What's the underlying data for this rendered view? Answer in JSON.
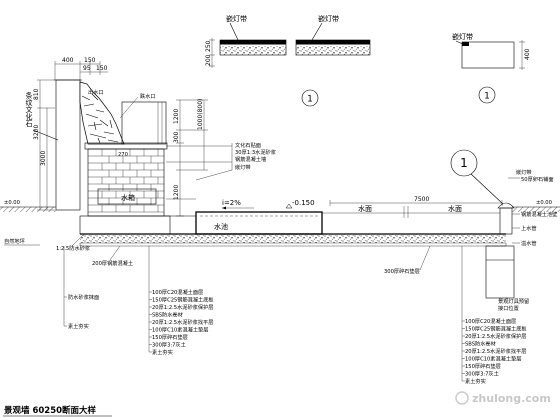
{
  "caption": "景观墙  60250断面大样",
  "watermark": "zhulong.com",
  "detail_a": {
    "label_left": "嵌灯带",
    "label_right": "嵌灯带",
    "dim_height": "250",
    "dim_base": "200",
    "marker": "1"
  },
  "detail_b": {
    "label": "嵌灯带",
    "dim_height": "400",
    "marker": "1"
  },
  "section": {
    "wall_material": "条纹文化石",
    "top_dims": [
      "400",
      "150",
      "95",
      "150"
    ],
    "left_dims": [
      "810",
      "3200",
      "3000"
    ],
    "wall_dims": [
      "1200",
      "1000(800)",
      "300",
      "1200"
    ],
    "cap_dim": "270",
    "tank": "水箱",
    "outlet_notes": [
      "出水口",
      "跌水口"
    ],
    "slope": "i=2%",
    "level": "-0.150",
    "pool": "水池",
    "water_left": "水面",
    "water_right": "水面",
    "span": "7500",
    "marker": "1",
    "ground_left": "±0.00",
    "ground_right": "±0.00",
    "ground_note": "自然地坪",
    "wall_notes": [
      "文化石贴面",
      "30厚1:3水泥砂浆",
      "钢筋混凝土墙",
      "嵌灯带"
    ],
    "right_notes": [
      "嵌灯带",
      "50厚卵石铺面",
      "钢筋混凝土池壁",
      "上水管",
      "溢水管"
    ],
    "left_notes": [
      "防水砂浆抹面",
      "素土夯实"
    ],
    "base_notes": [
      "1:2.5防水砂浆",
      "200厚钢筋混凝土"
    ],
    "mid_note": "300厚碎石垫层",
    "lamp_note": [
      "景观灯具预留",
      "接口位置"
    ],
    "layers_a": [
      "100厚C20混凝土面层",
      "150厚C25钢筋混凝土底板",
      "20厚1:2.5水泥砂浆保护层",
      "SBS防水卷材",
      "20厚1:2.5水泥砂浆找平层",
      "100厚C10素混凝土垫层",
      "150厚碎石垫层",
      "300厚3:7灰土",
      "素土夯实"
    ],
    "layers_b": [
      "100厚C20混凝土面层",
      "150厚C25钢筋混凝土底板",
      "20厚1:2.5水泥砂浆保护层",
      "SBS防水卷材",
      "20厚1:2.5水泥砂浆找平层",
      "100厚C10素混凝土垫层",
      "150厚碎石垫层",
      "300厚3:7灰土",
      "素土夯实"
    ]
  }
}
